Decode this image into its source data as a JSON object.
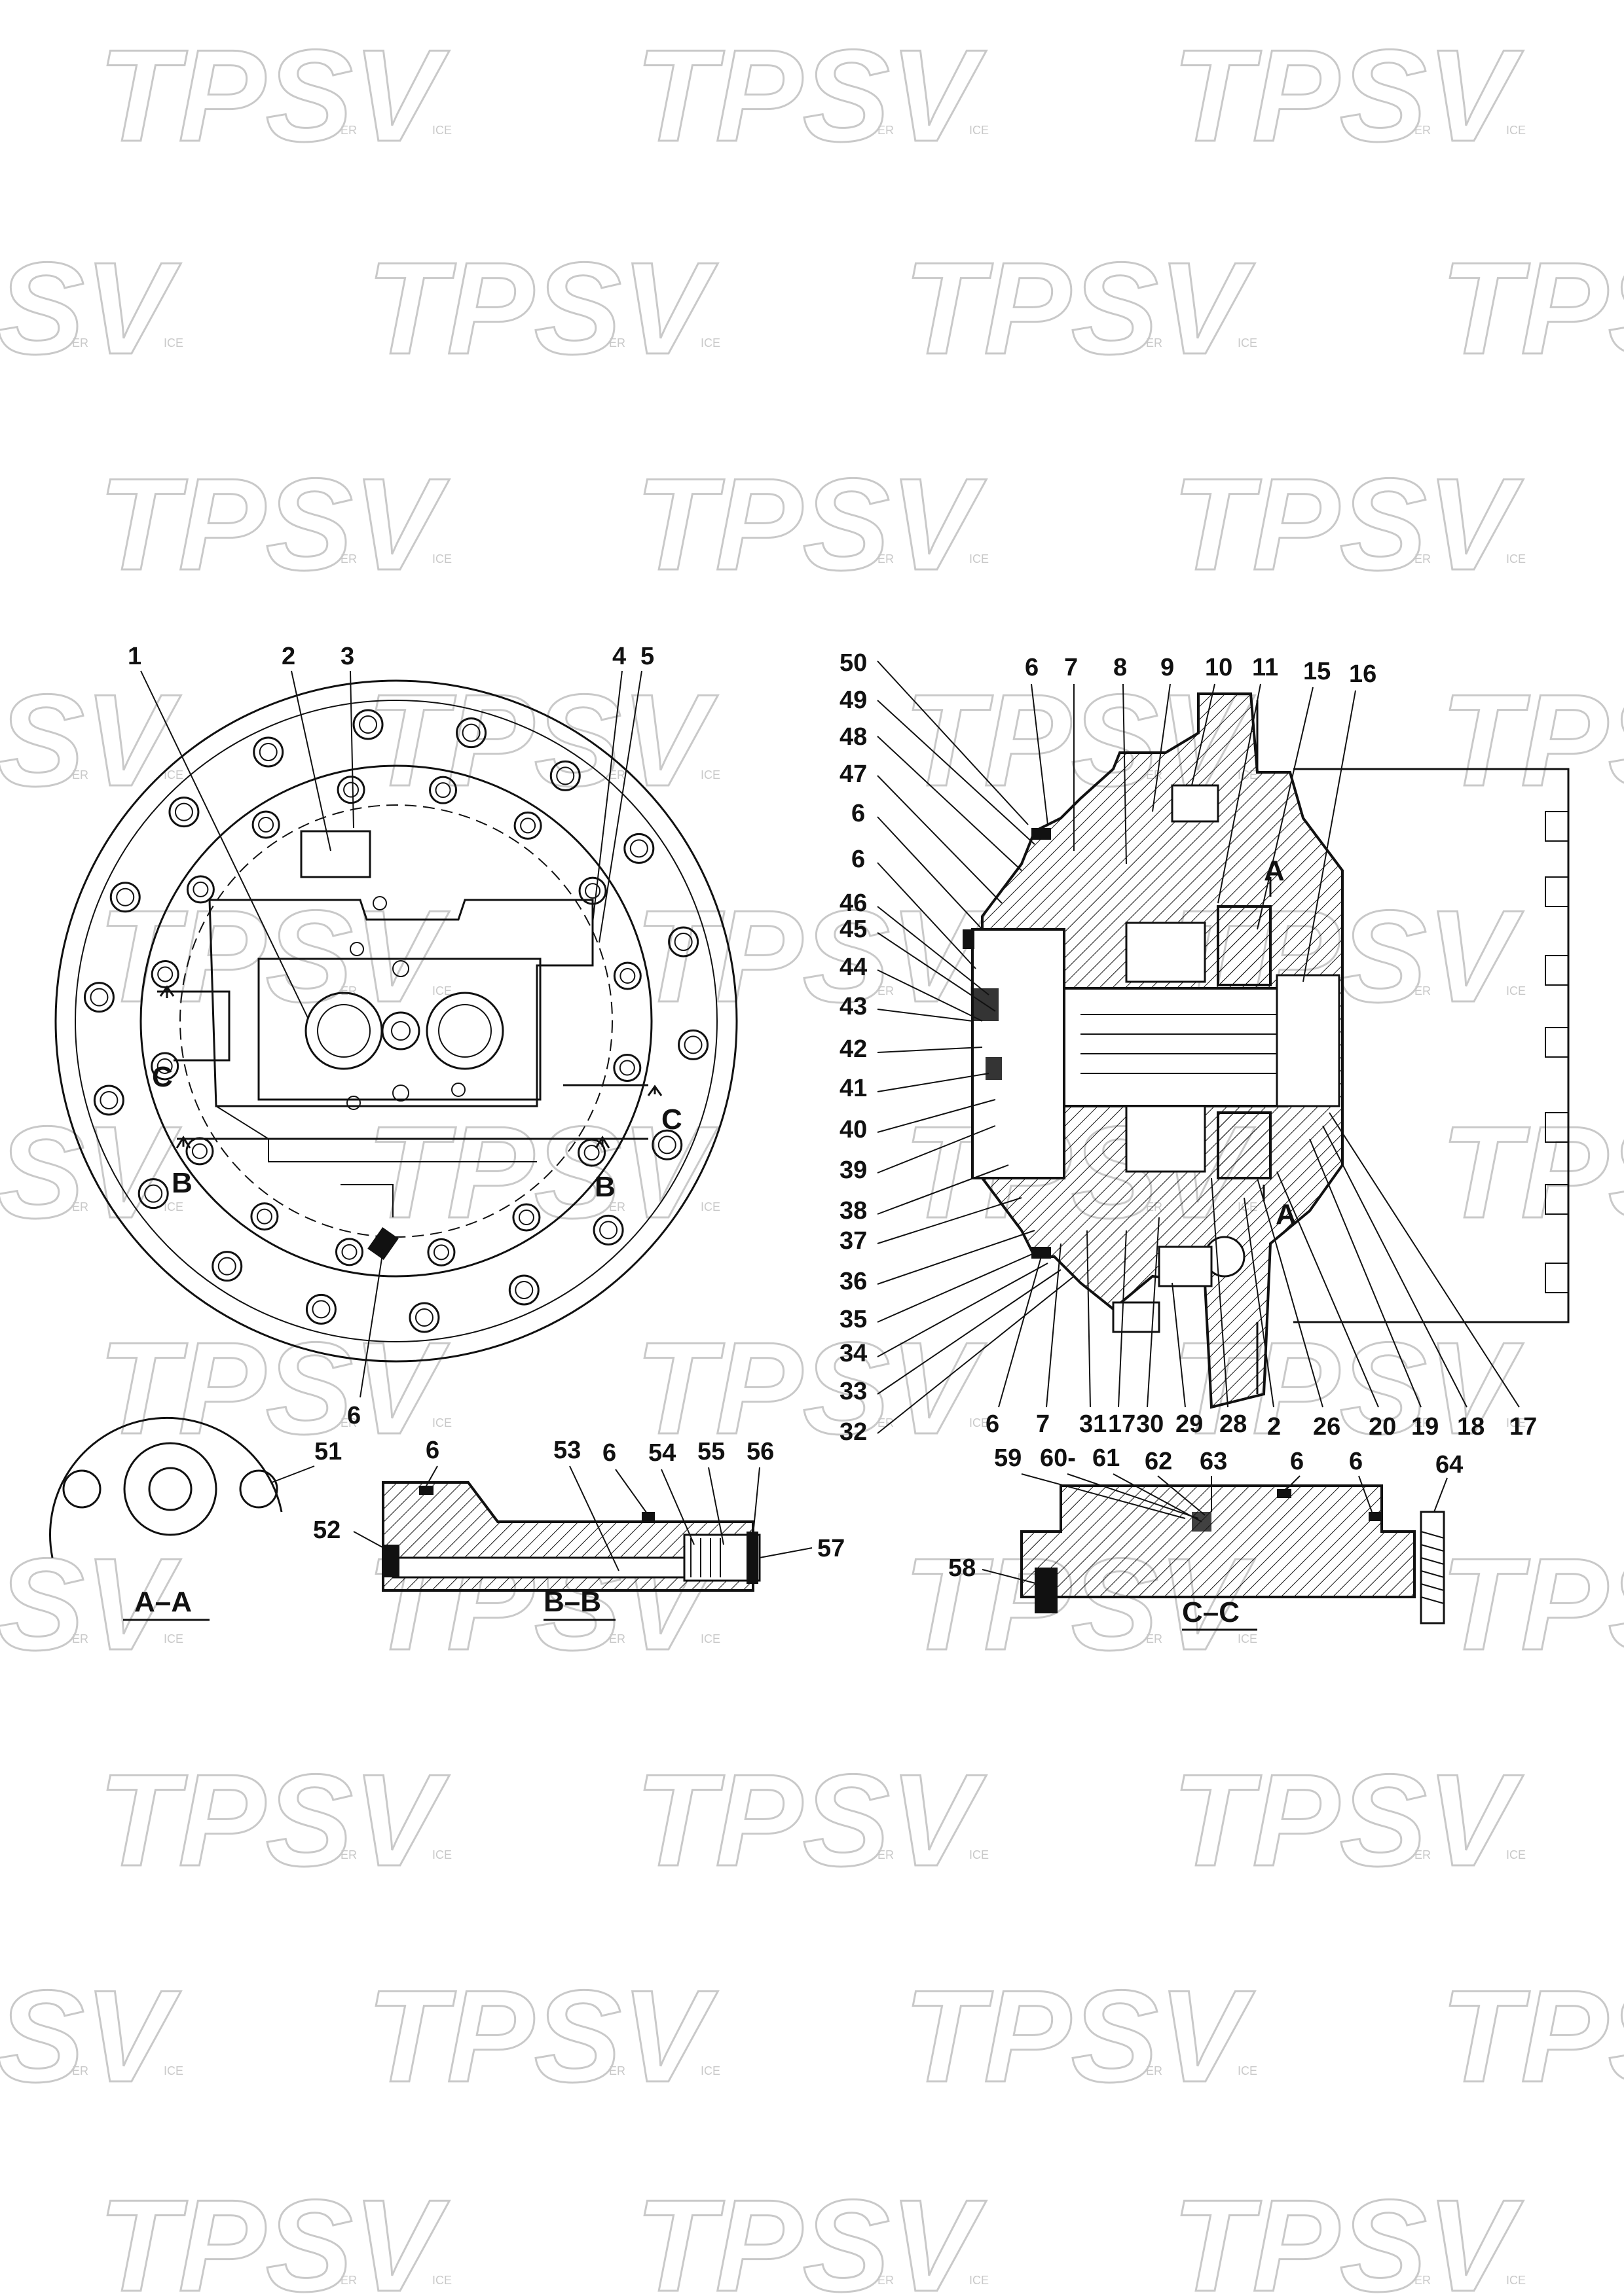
{
  "watermark": {
    "text": "TPSV",
    "sub_left": "ER",
    "sub_right": "ICE"
  },
  "callouts": {
    "front_view": [
      "1",
      "2",
      "3",
      "4",
      "5",
      "6"
    ],
    "cross_section": [
      "50",
      "49",
      "48",
      "47",
      "6",
      "6",
      "46",
      "45",
      "44",
      "43",
      "42",
      "41",
      "40",
      "39",
      "38",
      "37",
      "36",
      "35",
      "34",
      "33",
      "32",
      "6",
      "7",
      "8",
      "9",
      "10",
      "11",
      "15",
      "16",
      "6",
      "7",
      "31",
      "17",
      "30",
      "29",
      "28",
      "2",
      "26",
      "20",
      "19",
      "18",
      "17"
    ],
    "detail_row": [
      "51",
      "52",
      "6",
      "53",
      "6",
      "54",
      "55",
      "56",
      "57",
      "58",
      "59",
      "60-",
      "61",
      "62",
      "63",
      "6",
      "6",
      "64"
    ]
  },
  "section_markers": {
    "a": "A",
    "b": "B",
    "c": "C"
  },
  "section_titles": {
    "aa": "A–A",
    "bb": "B–B",
    "cc": "C–C"
  }
}
